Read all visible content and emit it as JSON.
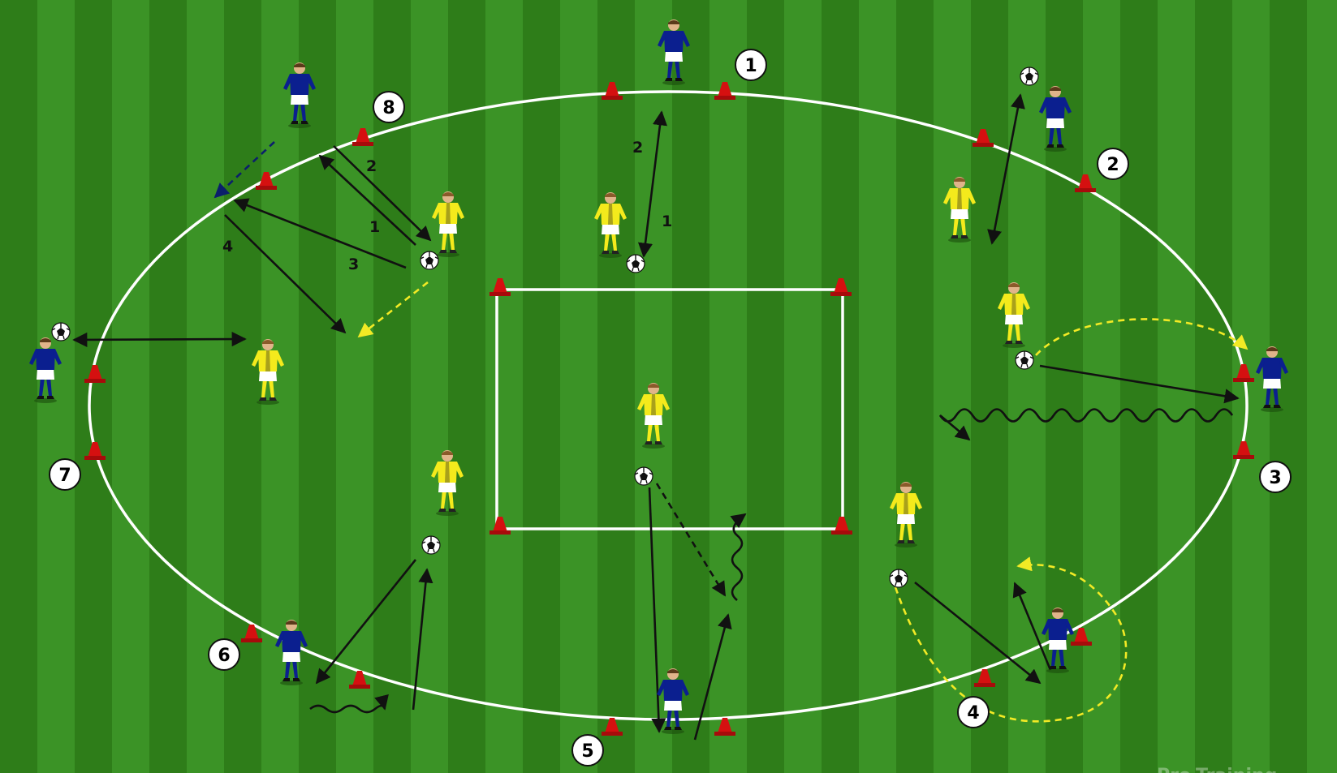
{
  "pitch": {
    "grass_dark": "#2c7a17",
    "grass_light": "#3c9426",
    "line_color": "#ffffff"
  },
  "colors": {
    "cone": "#d51010",
    "yellow_team": "#f4ea1c",
    "blue_team": "#0b1f8f",
    "pass_arrow": "#111111",
    "movement_arrow": "#f2ea25",
    "run_arrow": "#0b1f6b"
  },
  "stations": [
    "1",
    "2",
    "3",
    "4",
    "5",
    "6",
    "7",
    "8"
  ],
  "step_labels": [
    "2",
    "1",
    "2",
    "1",
    "3",
    "4"
  ],
  "watermark": "Pro-Training"
}
